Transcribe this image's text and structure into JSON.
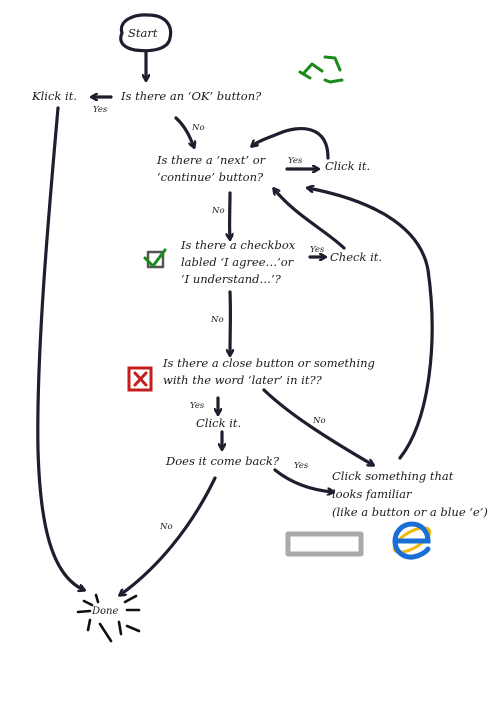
{
  "start": "Start",
  "done": "Done",
  "q_ok": "Is there an ‘OK’ button?",
  "a_klick": "Klick it.",
  "q_next": [
    "Is there a ‘next’ or",
    "‘continue’ button?"
  ],
  "a_click1": "Click it.",
  "q_checkbox": [
    "Is there a checkbox",
    "labled ‘I agree…’or",
    "‘I understand…’?"
  ],
  "a_check": "Check it.",
  "q_close": [
    "Is there a close button or something",
    "with the word ‘later’ in it??"
  ],
  "a_click2": "Click it.",
  "q_back": "Does it come back?",
  "a_familiar": [
    "Click something that",
    "looks familiar",
    "(like a button or a blue ‘e’)"
  ],
  "labels": {
    "yes": "Yes",
    "no": "No"
  },
  "colors": {
    "ink": "#1e1e2e",
    "recycle": "#1a8a1a",
    "close_icon": "#c41e1e",
    "checkbox_check": "#1a8a1a",
    "ie_blue": "#1a6fd6",
    "ie_ring": "#f2b90a",
    "gray_button": "#aaaaaa"
  },
  "icons": [
    "recycle-icon",
    "checkbox-icon",
    "close-icon",
    "gray-button-icon",
    "internet-explorer-icon"
  ]
}
